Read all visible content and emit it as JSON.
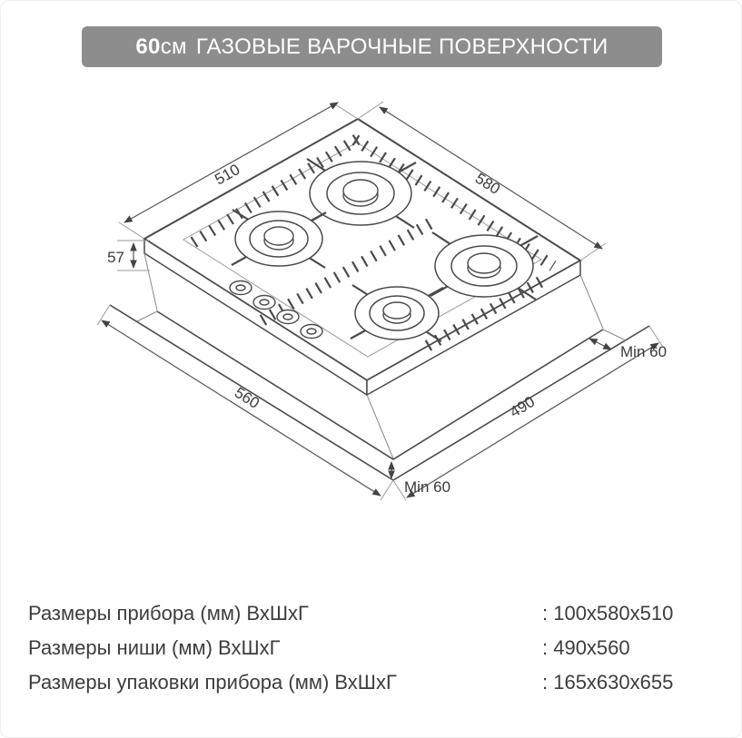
{
  "header": {
    "size": "60",
    "unit": "см",
    "title": "ГАЗОВЫЕ ВАРОЧНЫЕ ПОВЕРХНОСТИ"
  },
  "diagram": {
    "dims": {
      "top_width": "510",
      "top_depth": "580",
      "body_height": "57",
      "niche_depth": "560",
      "niche_width": "490",
      "min_gap_right": "Min 60",
      "min_gap_bottom": "Min 60"
    }
  },
  "specs": {
    "rows": [
      {
        "label": "Размеры прибора (мм) ВхШхГ",
        "value": ": 100x580x510"
      },
      {
        "label": "Размеры ниши (мм) ВхШхГ",
        "value": ": 490x560"
      },
      {
        "label": "Размеры упаковки прибора (мм) ВхШхГ",
        "value": ": 165x630x655"
      }
    ]
  },
  "colors": {
    "header_bg": "#8d8d8d",
    "line": "#4a4a4a",
    "text": "#3d3d3d"
  }
}
